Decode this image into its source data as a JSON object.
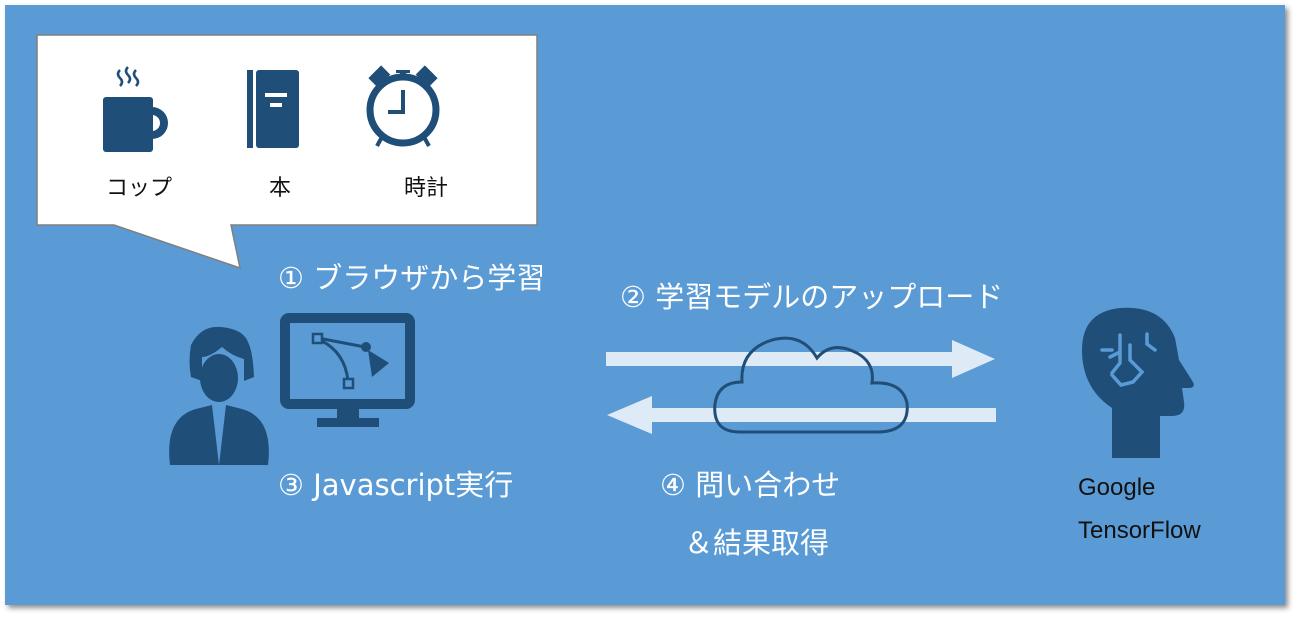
{
  "bubble": {
    "items": [
      {
        "label": "コップ",
        "icon": "coffee-mug-icon"
      },
      {
        "label": "本",
        "icon": "book-icon"
      },
      {
        "label": "時計",
        "icon": "alarm-clock-icon"
      }
    ]
  },
  "steps": {
    "step1": "① ブラウザから学習",
    "step2": "② 学習モデルのアップロード",
    "step3": "③ Javascript実行",
    "step4_line1": "④ 問い合わせ",
    "step4_line2": "＆結果取得"
  },
  "server": {
    "line1": "Google",
    "line2": "TensorFlow"
  },
  "colors": {
    "background": "#5b9bd5",
    "icon": "#1f4e79",
    "arrow": "#deebf7"
  }
}
